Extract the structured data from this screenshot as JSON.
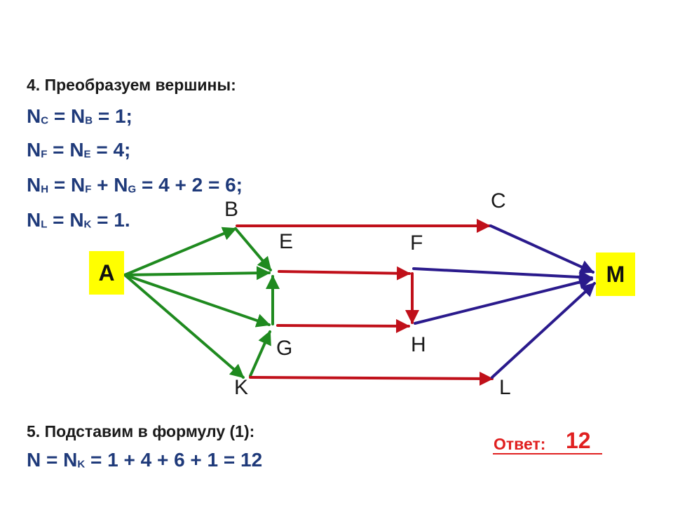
{
  "step4": {
    "title": "4. Преобразуем вершины:",
    "lines": [
      [
        "N",
        "C",
        " = N",
        "B",
        " = 1;"
      ],
      [
        "N",
        "F",
        " = N",
        "E",
        " = 4;"
      ],
      [
        "N",
        "H",
        " = N",
        "F",
        " + N",
        "G",
        " = 4 + 2 = 6;"
      ],
      [
        "N",
        "L",
        " = N",
        "K",
        " = 1."
      ]
    ]
  },
  "step5": {
    "title": "5. Подставим в формулу (1):",
    "line": [
      "N = N",
      "K",
      " = 1 + 4 + 6 + 1 = 12"
    ]
  },
  "answer": {
    "label": "Ответ:",
    "value": "12"
  },
  "nodes": {
    "A": "A",
    "M": "M",
    "B": "B",
    "C": "C",
    "E": "E",
    "F": "F",
    "G": "G",
    "H": "H",
    "K": "K",
    "L": "L"
  },
  "colors": {
    "green_edge": "#1f8a1f",
    "red_edge": "#c0101a",
    "blue_edge": "#2a1a8c",
    "highlight": "#ffff00",
    "formula_text": "#1f3a7a",
    "answer_text": "#e02020"
  }
}
